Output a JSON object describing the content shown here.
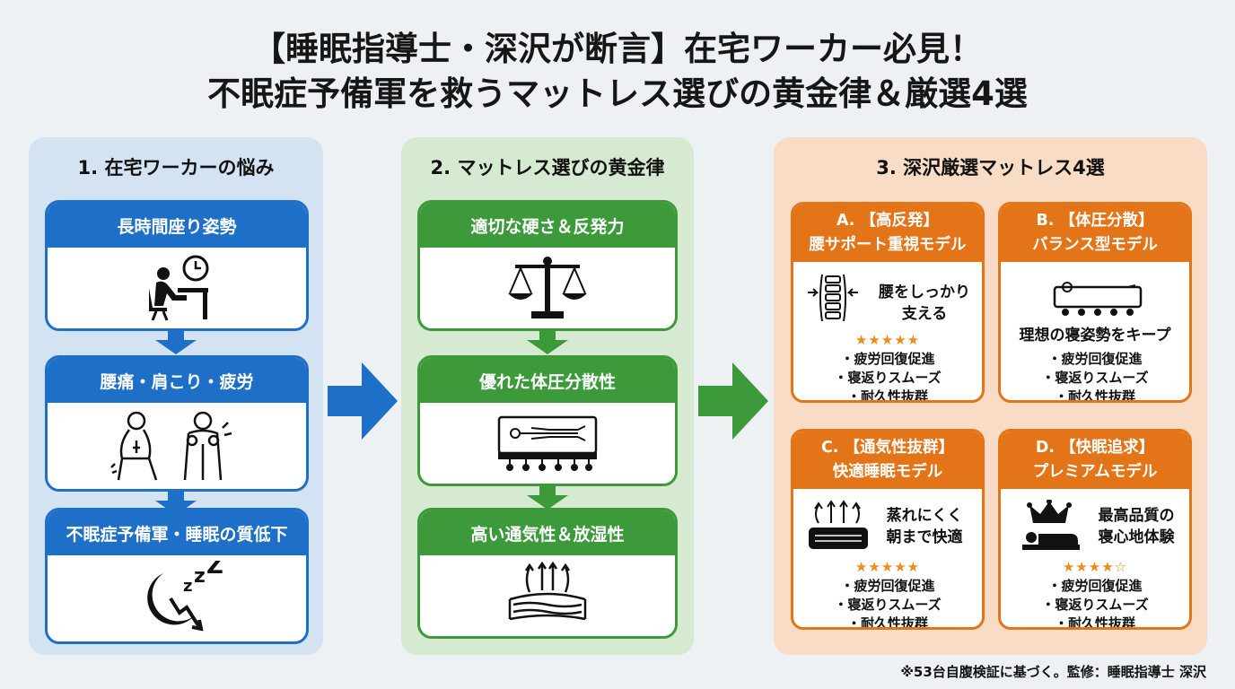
{
  "title": {
    "line1": "【睡眠指導士・深沢が断言】在宅ワーカー必見！",
    "line2": "不眠症予備軍を救うマットレス選びの黄金律＆厳選4選"
  },
  "col1": {
    "title": "1. 在宅ワーカーの悩み",
    "cards": [
      {
        "label": "長時間座り姿勢",
        "icon": "desk-clock-icon"
      },
      {
        "label": "腰痛・肩こり・疲労",
        "icon": "back-pain-icon"
      },
      {
        "label": "不眠症予備軍・睡眠の質低下",
        "icon": "moon-sleep-icon"
      }
    ]
  },
  "col2": {
    "title": "2. マットレス選びの黄金律",
    "cards": [
      {
        "label": "適切な硬さ＆反発力",
        "icon": "balance-scale-icon"
      },
      {
        "label": "優れた体圧分散性",
        "icon": "body-pressure-icon"
      },
      {
        "label": "高い通気性＆放湿性",
        "icon": "airflow-icon"
      }
    ]
  },
  "col3": {
    "title": "3. 深沢厳選マットレス4選",
    "models": [
      {
        "head1": "A. 【高反発】",
        "head2": "腰サポート重視モデル",
        "text": "腰をしっかり\n支える",
        "stars": "★★★★★",
        "bullets": [
          "・疲労回復促進",
          "・寝返りスムーズ",
          "・耐久性抜群"
        ],
        "icon": "spine-support-icon"
      },
      {
        "head1": "B. 【体圧分散】",
        "head2": "バランス型モデル",
        "text": "理想の寝姿勢をキープ",
        "stars": "",
        "bullets": [
          "・疲労回復促進",
          "・寝返りスムーズ",
          "・耐久性抜群"
        ],
        "icon": "lying-body-icon"
      },
      {
        "head1": "C. 【通気性抜群】",
        "head2": "快適睡眠モデル",
        "text": "蒸れにくく\n朝まで快適",
        "stars": "★★★★★",
        "bullets": [
          "・疲労回復促進",
          "・寝返りスムーズ",
          "・耐久性抜群"
        ],
        "icon": "breathable-mattress-icon"
      },
      {
        "head1": "D. 【快眠追求】",
        "head2": "プレミアムモデル",
        "text": "最高品質の\n寝心地体験",
        "stars": "★★★★☆",
        "bullets": [
          "・疲労回復促進",
          "・寝返りスムーズ",
          "・耐久性抜群"
        ],
        "icon": "crown-sleeper-icon"
      }
    ]
  },
  "footnote": "※53台自腹検証に基づく。監修：睡眠指導士 深沢",
  "colors": {
    "blue": "#1e6fc8",
    "green": "#3c9a3a",
    "orange": "#e47418",
    "star": "#f08a1a"
  }
}
